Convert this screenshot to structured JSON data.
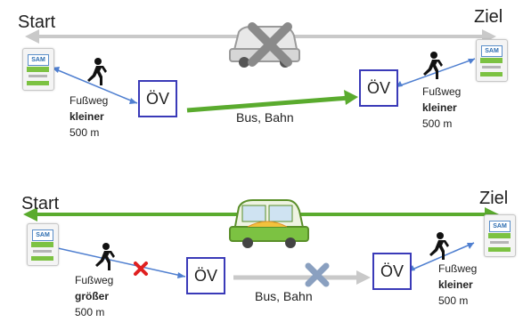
{
  "top": {
    "start_label": "Start",
    "ziel_label": "Ziel",
    "start_sign": "SAM",
    "ziel_sign": "SAM",
    "left_walk": [
      "Fußweg",
      "kleiner",
      "500 m"
    ],
    "right_walk": [
      "Fußweg",
      "kleiner",
      "500 m"
    ],
    "oev_left": "ÖV",
    "oev_right": "ÖV",
    "route_label": "Bus, Bahn"
  },
  "bottom": {
    "start_label": "Start",
    "ziel_label": "Ziel",
    "start_sign": "SAM",
    "ziel_sign": "SAM",
    "left_walk": [
      "Fußweg",
      "größer",
      "500 m"
    ],
    "right_walk": [
      "Fußweg",
      "kleiner",
      "500 m"
    ],
    "oev_left": "ÖV",
    "oev_right": "ÖV",
    "route_label": "Bus, Bahn"
  },
  "colors": {
    "green": "#5aab2e",
    "gray": "#c9c9c9",
    "blue_box": "#3a3ab8",
    "blue_line": "#4f7fd0",
    "red_x": "#e02020",
    "gray_x": "#8a8a8a"
  }
}
